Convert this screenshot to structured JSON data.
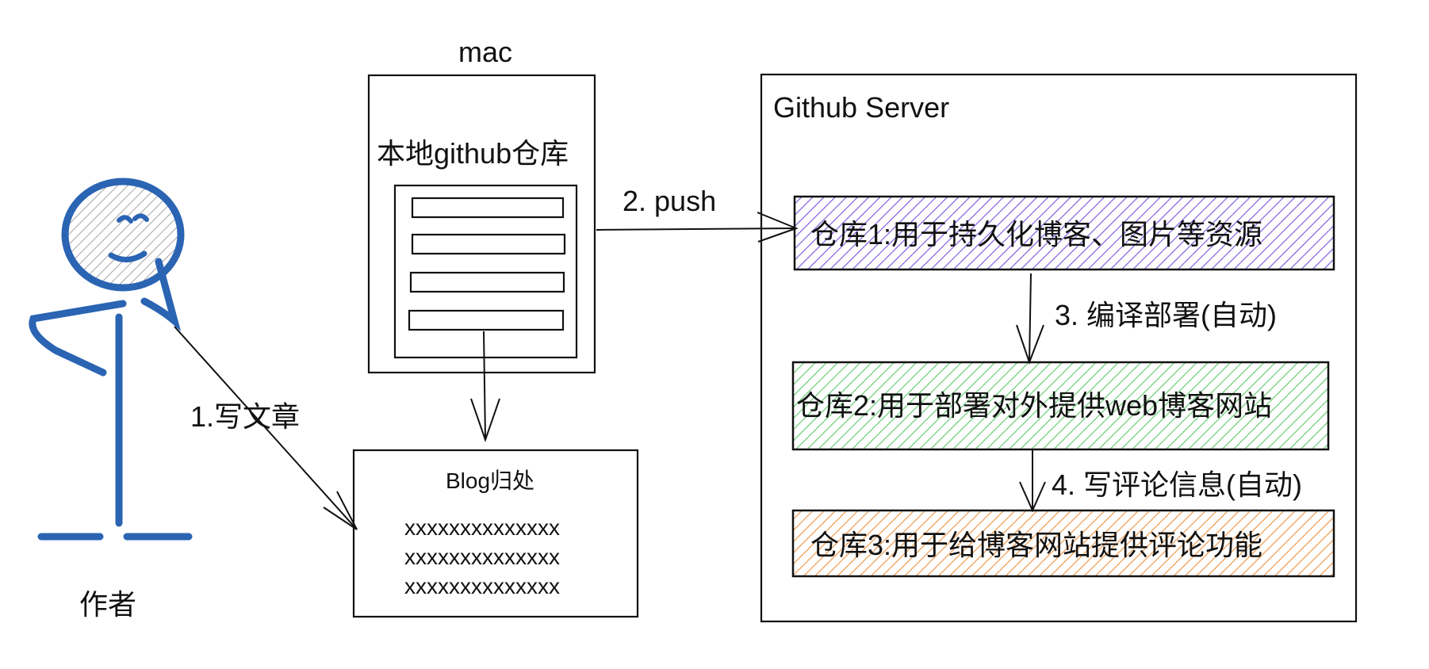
{
  "author": {
    "label": "作者"
  },
  "arrows": {
    "write": "1.写文章",
    "push": "2. push",
    "compile": "3. 编译部署(自动)",
    "comment": "4. 写评论信息(自动)"
  },
  "mac": {
    "title": "mac",
    "repo_label": "本地github仓库"
  },
  "blog": {
    "title": "Blog归处",
    "lines": [
      "xxxxxxxxxxxxxx",
      "xxxxxxxxxxxxxx",
      "xxxxxxxxxxxxxx"
    ]
  },
  "server": {
    "title": "Github Server",
    "repo1": "仓库1:用于持久化博客、图片等资源",
    "repo2": "仓库2:用于部署对外提供web博客网站",
    "repo3": "仓库3:用于给博客网站提供评论功能"
  },
  "colors": {
    "stick_figure": "#2a64b3",
    "repo1_fill": "#7a52e0",
    "repo2_fill": "#5cc96b",
    "repo3_fill": "#f0913c",
    "stroke": "#111111"
  }
}
